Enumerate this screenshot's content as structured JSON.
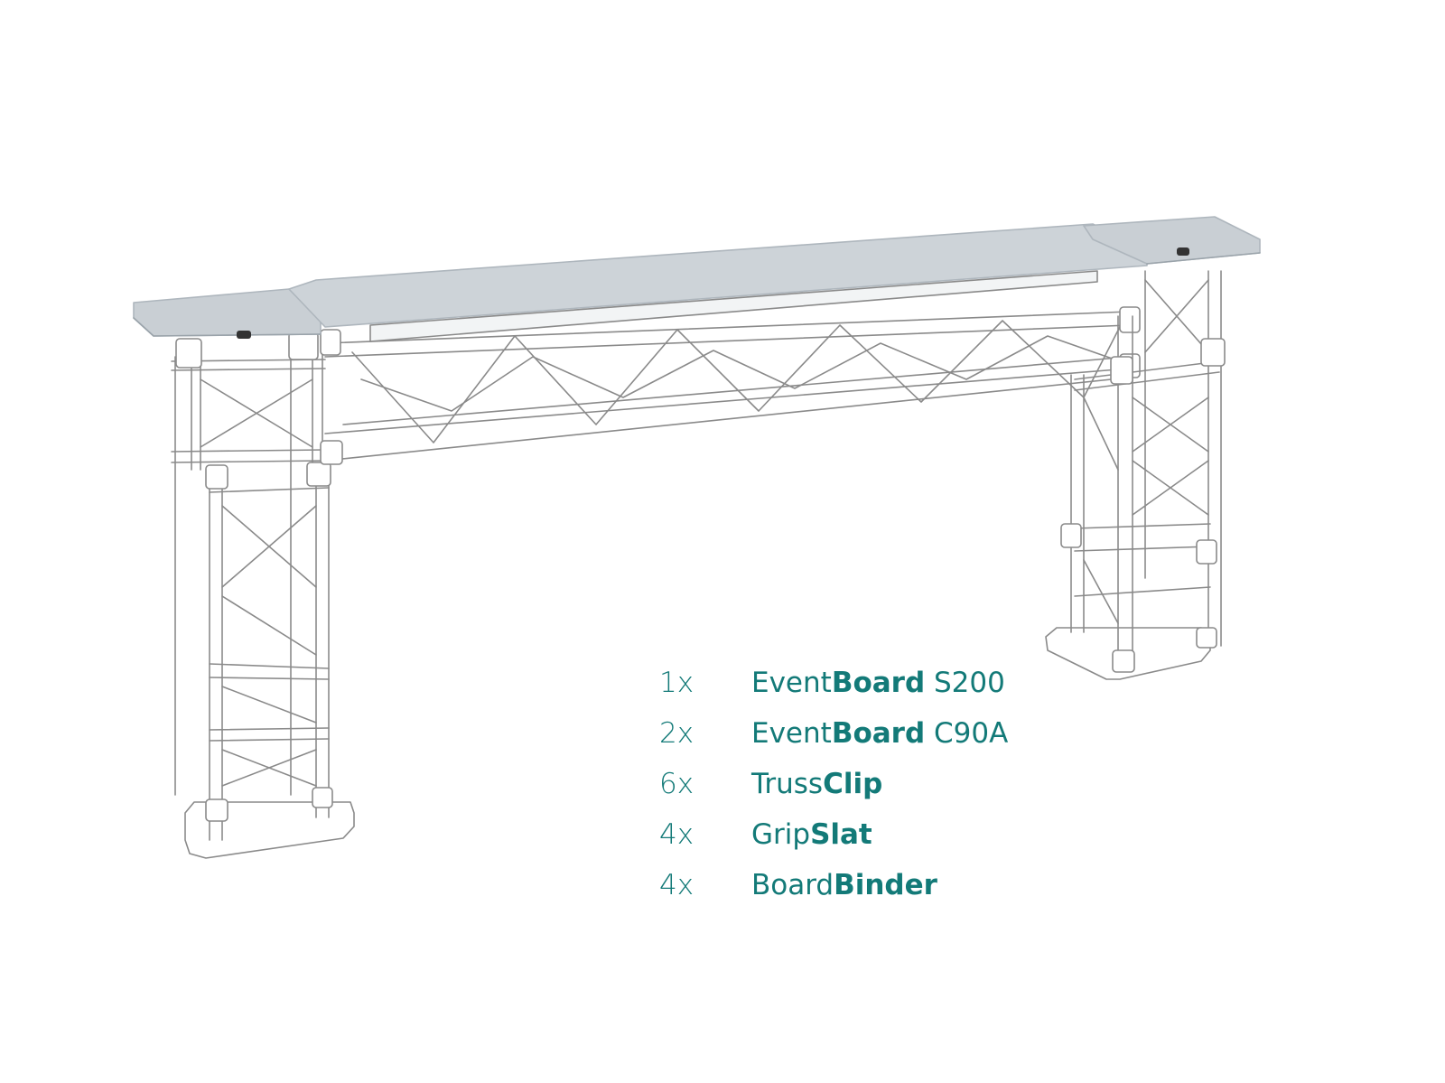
{
  "colors": {
    "accent": "#137a78",
    "board": "#c9cfd4",
    "board_edge": "#aeb6bd",
    "truss_line": "#8a8a8a"
  },
  "parts": [
    {
      "qty": "1x",
      "name_pre": "Event",
      "name_bold": "Board",
      "name_post": " S200"
    },
    {
      "qty": "2x",
      "name_pre": "Event",
      "name_bold": "Board",
      "name_post": " C90A"
    },
    {
      "qty": "6x",
      "name_pre": "Truss",
      "name_bold": "Clip",
      "name_post": ""
    },
    {
      "qty": "4x",
      "name_pre": "Grip",
      "name_bold": "Slat",
      "name_post": ""
    },
    {
      "qty": "4x",
      "name_pre": "Board",
      "name_bold": "Binder",
      "name_post": ""
    }
  ]
}
